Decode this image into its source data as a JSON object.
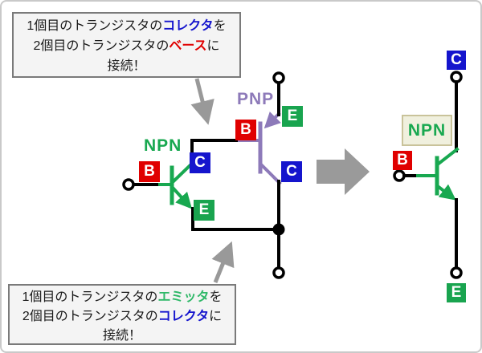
{
  "callouts": {
    "top": {
      "line1": {
        "pre": "1個目のトランジスタの",
        "em": "コレクタ",
        "post": "を"
      },
      "line2": {
        "pre": "2個目のトランジスタの",
        "em": "ベース",
        "post": "に"
      },
      "line3": "接続！"
    },
    "bottom": {
      "line1": {
        "pre": "1個目のトランジスタの",
        "em": "エミッタ",
        "post": "を"
      },
      "line2": {
        "pre": "2個目のトランジスタの",
        "em": "コレクタ",
        "post": "に"
      },
      "line3": "接続！"
    }
  },
  "diagram": {
    "transistor1": {
      "type_label": "NPN",
      "terminals": {
        "base": "B",
        "collector": "C",
        "emitter": "E"
      }
    },
    "transistor2": {
      "type_label": "PNP",
      "terminals": {
        "base": "B",
        "collector": "C",
        "emitter": "E"
      }
    },
    "equivalent": {
      "type_label": "NPN",
      "terminals": {
        "base": "B",
        "collector": "C",
        "emitter": "E"
      }
    }
  },
  "colors": {
    "base_badge": "#e00000",
    "collector_badge": "#1515cd",
    "emitter_badge": "#19a44f",
    "npn_green": "#18a850",
    "pnp_purple": "#8d7ab9",
    "wire_black": "#000000",
    "pointer_gray": "#999999",
    "equivalence_arrow_gray": "#9a9a9a",
    "callout_bg": "#f4f4f4",
    "callout_border": "#7a7a7a",
    "npn_box_bg": "#f0f0de",
    "npn_box_border": "#c9c39a"
  }
}
